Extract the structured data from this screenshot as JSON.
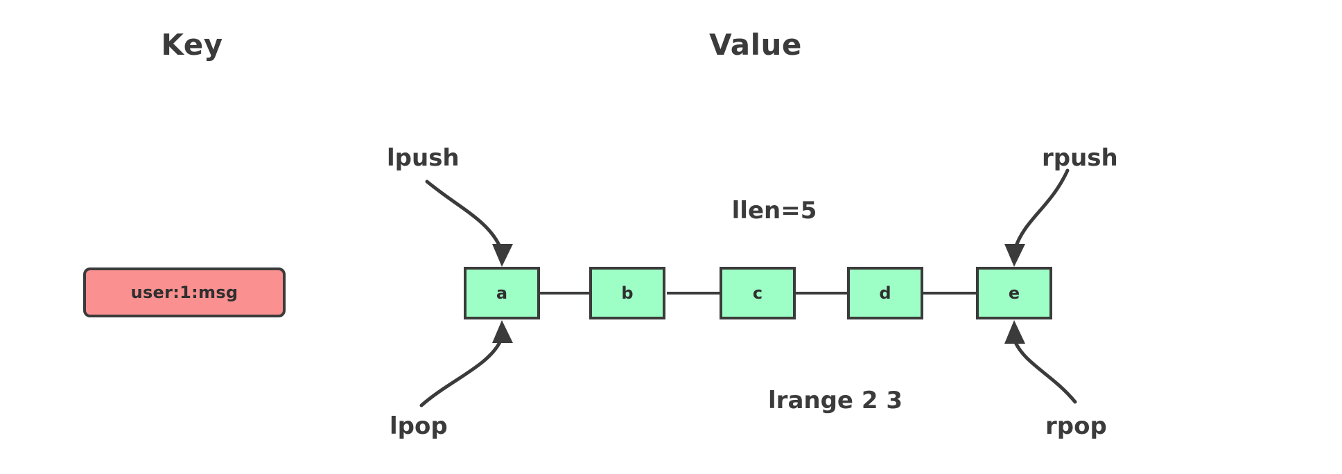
{
  "headings": {
    "key": "Key",
    "value": "Value"
  },
  "key_entry": {
    "label": "user:1:msg",
    "fill": "#FA9090",
    "stroke": "#3B3B3B"
  },
  "list": {
    "fill": "#9EFFC6",
    "stroke": "#3B3B3B",
    "nodes": [
      {
        "label": "a"
      },
      {
        "label": "b"
      },
      {
        "label": "c"
      },
      {
        "label": "d"
      },
      {
        "label": "e"
      }
    ]
  },
  "annotations": {
    "llen": "llen=5",
    "lrange": "lrange 2 3"
  },
  "operations": [
    {
      "name": "lpush",
      "label": "lpush",
      "target": "a",
      "direction": "into-head-top"
    },
    {
      "name": "rpush",
      "label": "rpush",
      "target": "e",
      "direction": "into-tail-top"
    },
    {
      "name": "lpop",
      "label": "lpop",
      "target": "a",
      "direction": "out-of-head-bottom"
    },
    {
      "name": "rpop",
      "label": "rpop",
      "target": "e",
      "direction": "out-of-tail-bottom"
    }
  ]
}
